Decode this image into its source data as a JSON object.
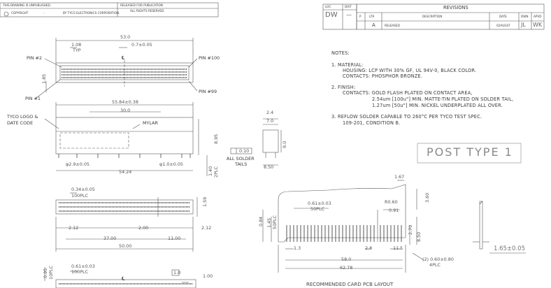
{
  "title_block": {
    "unpublished": "THIS DRAWING IS UNPUBLISHED.",
    "released_for_publication": "RELEASED FOR PUBLICATION",
    "copyright": "COPYRIGHT",
    "copyright_dash": "-",
    "by": "BY TYCO ELECTRONICS CORPORATION.",
    "rights": "ALL RIGHTS RESERVED.",
    "loc_label": "LOC",
    "dist_label": "DIST",
    "loc_value": "DW",
    "dist_value": "—"
  },
  "revisions": {
    "title": "REVISIONS",
    "headers": [
      "P",
      "LTR",
      "DESCRIPTION",
      "DATE",
      "DWN",
      "APVD"
    ],
    "row": {
      "ltr": "A",
      "description": "RELEASED",
      "date": "02AUG07",
      "dwn": "JL",
      "apvd": "WK"
    }
  },
  "notes": {
    "heading": "NOTES:",
    "lines": [
      "1. MATERIAL:",
      "HOUSING: LCP WITH 30% GF, UL 94V-0, BLACK COLOR.",
      "CONTACTS: PHOSPHOR BRONZE.",
      "2. FINISH:",
      "CONTACTS: GOLD FLASH PLATED ON CONTACT AREA,",
      "2.54um [100u\"] MIN. MATTE-TIN PLATED ON SOLDER TAIL,",
      "1.27um [50u\"] MIN. NICKEL UNDERPLATED ALL OVER.",
      "3. REFLOW SOLDER CAPABLE TO 260°C PER TYCO TEST SPEC.",
      "109-201, CONDITION B."
    ]
  },
  "post_type": "POST TYPE 1",
  "top_view": {
    "dim_53": "53.0",
    "dim_108": "1.08",
    "typ": "TYP",
    "dim_07": "0.7±0.05",
    "pin2": "PIN #2",
    "pin100": "PIN #100",
    "pin1": "PIN #1",
    "pin99": "PIN #99",
    "dim_185": "1.85",
    "cl": "℄"
  },
  "front_view": {
    "dim_5584": "55.84±0.38",
    "dim_300": "30.0",
    "tyco_logo": "TYCO LOGO &",
    "date_code": "DATE CODE",
    "mylar": "MYLAR",
    "dim_24": "2.4",
    "dim_70": "7.0",
    "dim_895": "8.95",
    "dim_90": "9.0",
    "dim_29": "φ2.9±0.05",
    "dim_1": "φ1.0±0.05",
    "dim_5424": "54.24",
    "dim_140": "1.40",
    "plc2": "2PLC",
    "flatness": "0.10",
    "all_solder": "ALL SOLDER",
    "tails": "TAILS",
    "dim_850": "8.50"
  },
  "bottom_view": {
    "dim_034": "0.34±0.05",
    "plc100": "100PLC",
    "dim_159": "1.59",
    "dim_212a": "2.12",
    "dim_200": "2.00",
    "dim_212b": "2.12",
    "dim_3700": "37.00",
    "dim_1100": "11.00",
    "dim_5000": "50.00"
  },
  "pcb_view": {
    "dim_061": "0.61±0.03",
    "plc50": "50PLC",
    "dim_167": "1.67",
    "dim_360": "3.60",
    "dim_060": "R0.60",
    "dim_091": "0.91",
    "dim_084": "0.84",
    "dim_145": "1.45",
    "plc50b": "50PLC",
    "dim_270": "2.70",
    "dim_850": "8.50",
    "dim_13": "1.3",
    "dim_28": "2.8",
    "dim_115": "11.5",
    "dim_580": "58.0",
    "dim_6278": "62.78",
    "dim_r060": "(2) 0.60±0.80",
    "plc4": "4PLC",
    "caption": "RECOMMENDED CARD PCB LAYOUT",
    "dim_165": "1.65±0.05"
  },
  "bottom_left": {
    "dim_061": "0.61±0.03",
    "plc100": "100PLC",
    "dim_095": "0.95",
    "plc_tenth": "10PLC",
    "dim_1": "1.0",
    "dim_100": "1.00"
  }
}
